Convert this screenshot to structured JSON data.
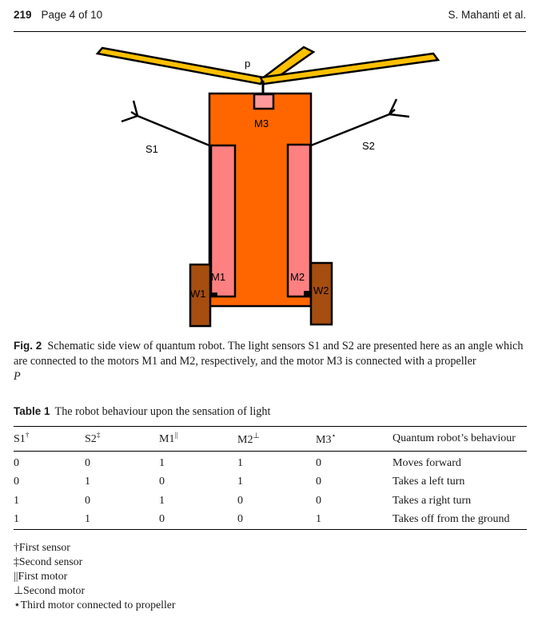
{
  "header": {
    "page_number": "219",
    "page_of": "Page 4 of 10",
    "authors": "S. Mahanti et al."
  },
  "figure": {
    "labels": {
      "propeller": "p",
      "motor3": "M3",
      "sensor1": "S1",
      "sensor2": "S2",
      "motor1": "M1",
      "motor2": "M2",
      "wheel1": "W1",
      "wheel2": "W2"
    },
    "colors": {
      "body": "#ff6600",
      "motor": "#ff8080",
      "wheel": "#a64d10",
      "propeller": "#ffc000",
      "m3": "#ff9999"
    },
    "caption_label": "Fig. 2",
    "caption_text": "Schematic side view of quantum robot. The light sensors S1 and S2 are presented here as an angle which are connected to the motors M1 and M2, respectively, and the motor M3 is connected with a propeller",
    "caption_tail": "P"
  },
  "table": {
    "label": "Table 1",
    "title": "The robot behaviour upon the sensation of light",
    "headers": [
      {
        "text": "S1",
        "mark": "†"
      },
      {
        "text": "S2",
        "mark": "‡"
      },
      {
        "text": "M1",
        "mark": "||"
      },
      {
        "text": "M2",
        "mark": "⊥"
      },
      {
        "text": "M3",
        "mark": "⋆"
      },
      {
        "text": "Quantum robot’s behaviour",
        "mark": ""
      }
    ],
    "rows": [
      [
        "0",
        "0",
        "1",
        "1",
        "0",
        "Moves forward"
      ],
      [
        "0",
        "1",
        "0",
        "1",
        "0",
        "Takes a left turn"
      ],
      [
        "1",
        "0",
        "1",
        "0",
        "0",
        "Takes a right turn"
      ],
      [
        "1",
        "1",
        "0",
        "0",
        "1",
        "Takes off from the ground"
      ]
    ],
    "footnotes": [
      "†First sensor",
      "‡Second sensor",
      "||First motor",
      "⊥Second motor",
      "⋆Third motor connected to propeller"
    ]
  }
}
